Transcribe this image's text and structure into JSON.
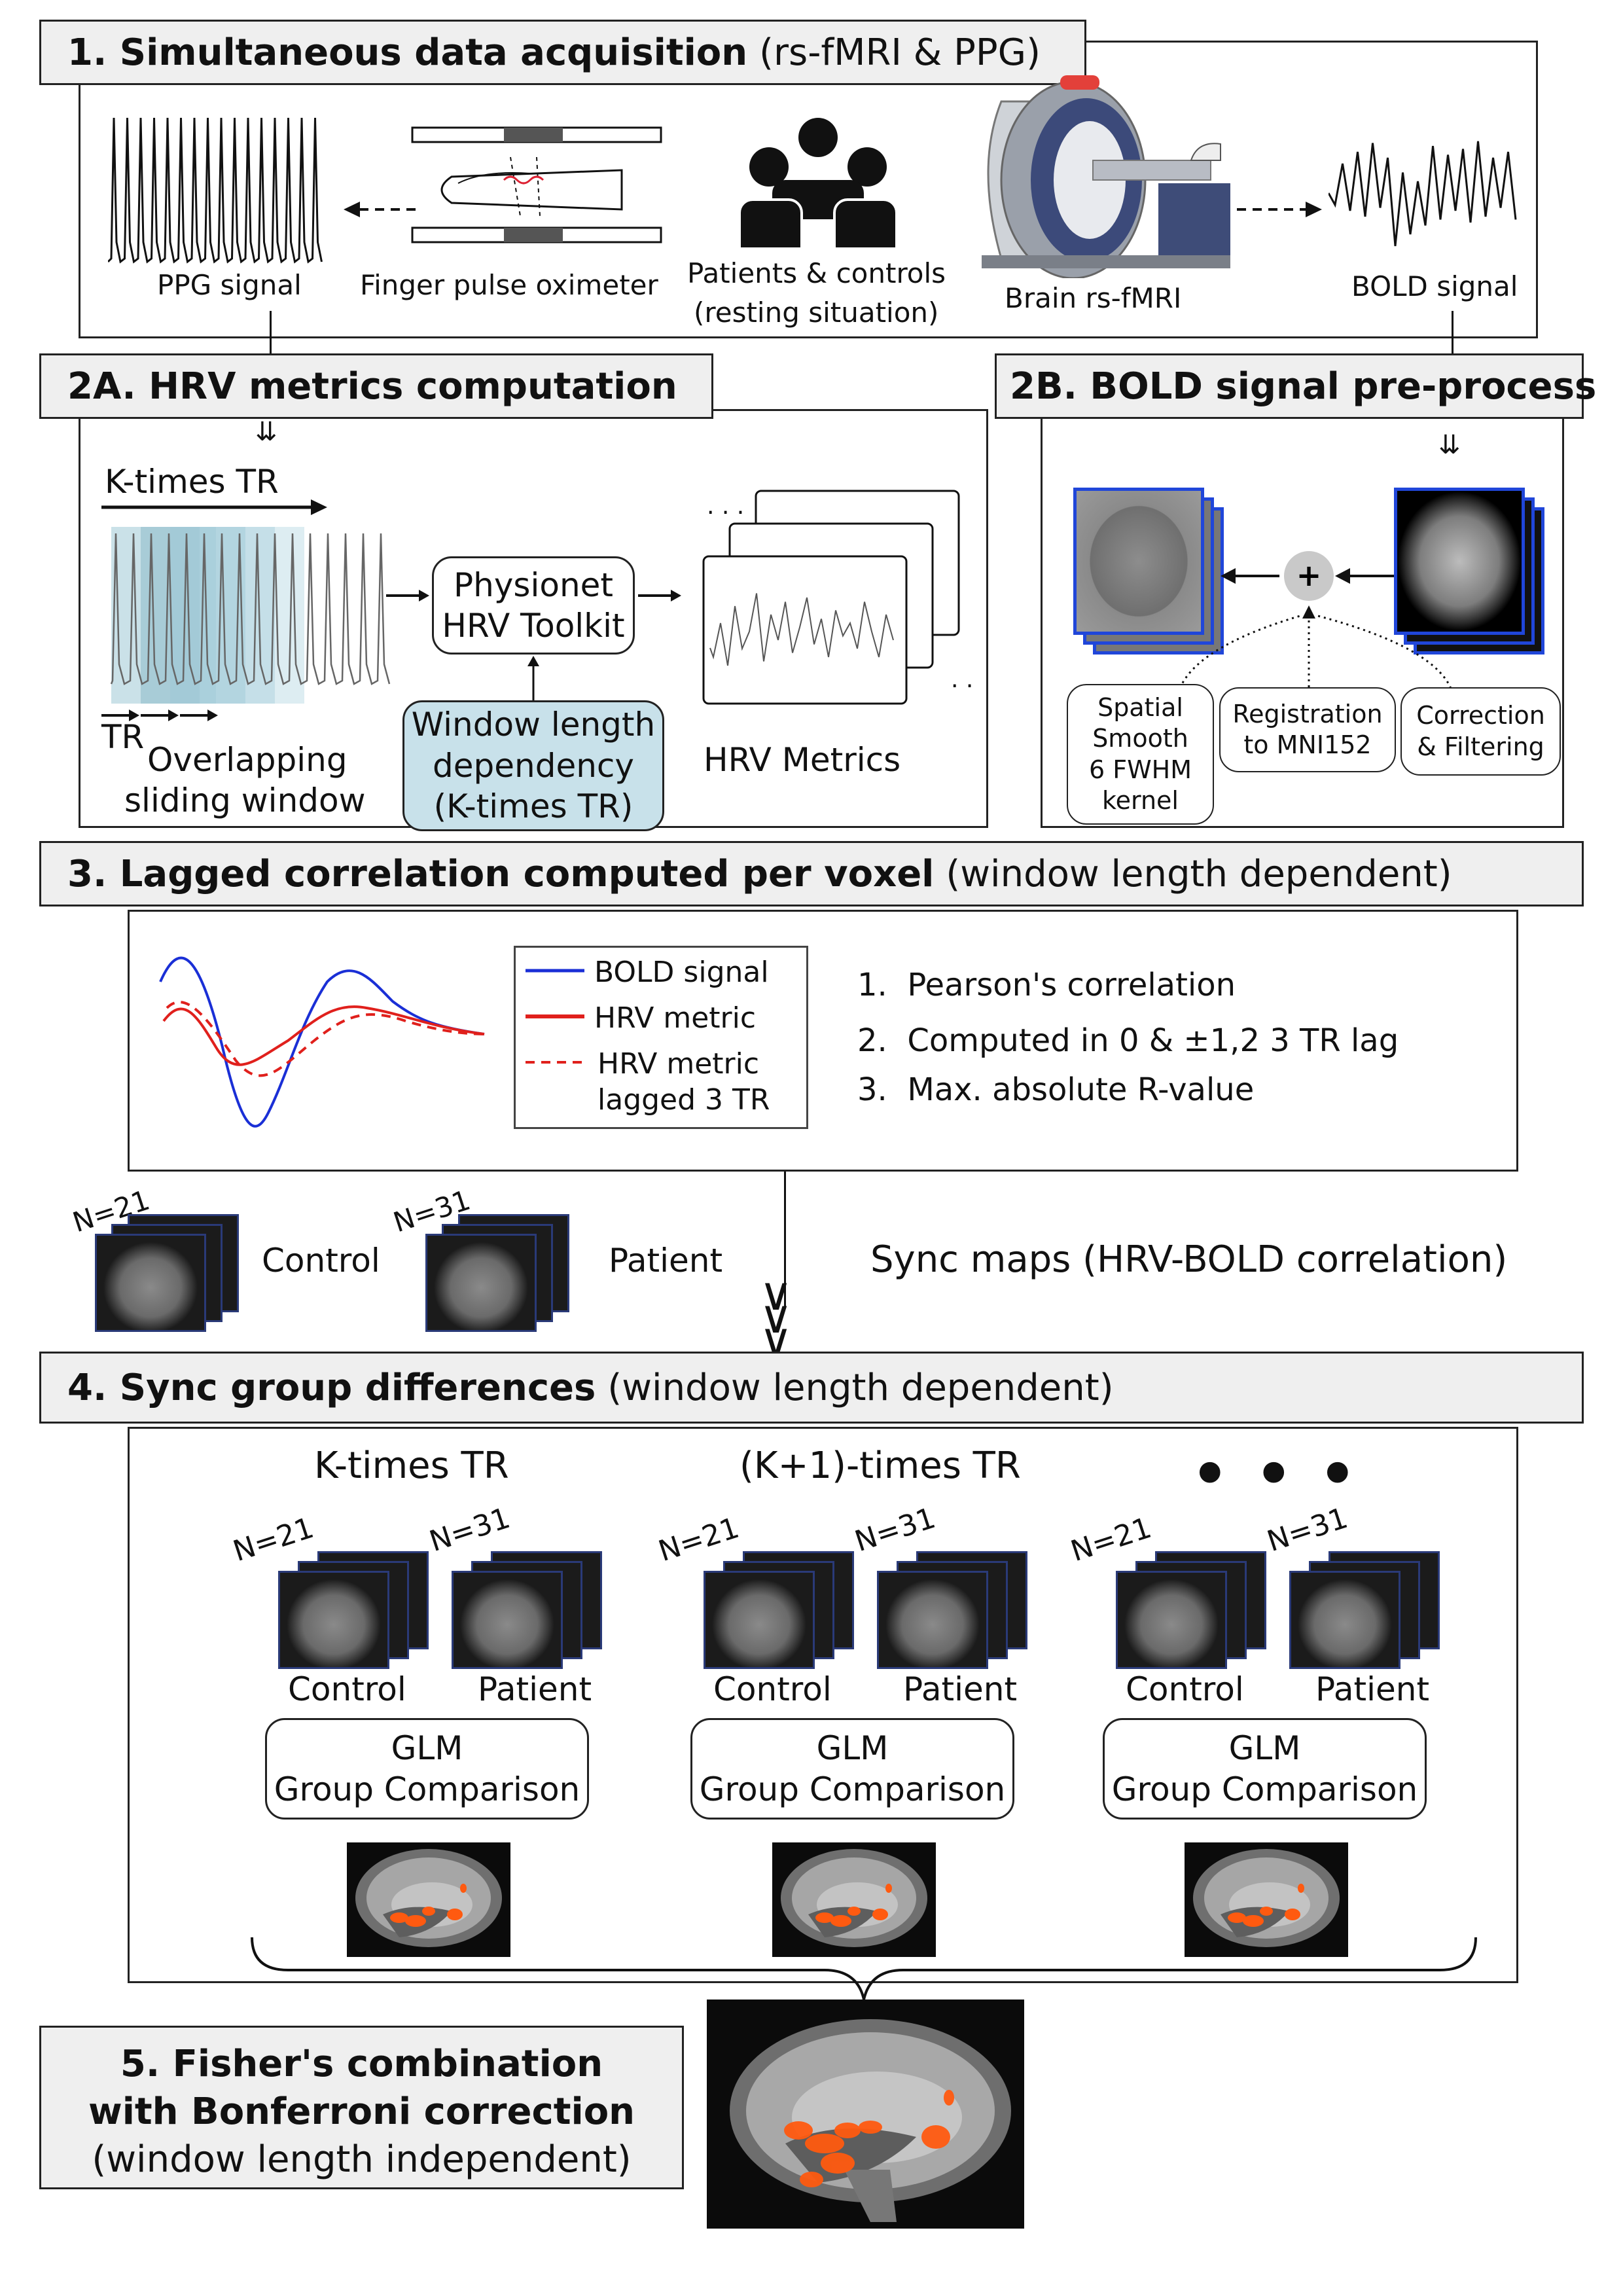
{
  "section1": {
    "title_bold": "1. Simultaneous data acquisition",
    "title_rest": "(rs-fMRI & PPG)",
    "ppg_label": "PPG signal",
    "oximeter_label": "Finger pulse oximeter",
    "patients_label_1": "Patients & controls",
    "patients_label_2": "(resting situation)",
    "mri_label": "Brain rs-fMRI",
    "bold_label": "BOLD signal"
  },
  "section2a": {
    "title": "2A. HRV metrics computation",
    "ktimes": "K-times TR",
    "tr": "TR",
    "overlap_1": "Overlapping",
    "overlap_2": "sliding window",
    "toolkit_1": "Physionet",
    "toolkit_2": "HRV Toolkit",
    "window_1": "Window length",
    "window_2": "dependency",
    "window_3": "(K-times TR)",
    "metrics": "HRV Metrics"
  },
  "section2b": {
    "title": "2B. BOLD signal pre-process",
    "smooth_1": "Spatial",
    "smooth_2": "Smooth",
    "smooth_3": "6 FWHM",
    "smooth_4": "kernel",
    "reg_1": "Registration",
    "reg_2": "to MNI152",
    "corr_1": "Correction",
    "corr_2": "& Filtering"
  },
  "section3": {
    "title_bold": "3. Lagged correlation computed per voxel",
    "title_rest": "(window length dependent)",
    "legend_bold": "BOLD signal",
    "legend_hrv": "HRV metric",
    "legend_lag_1": "HRV metric",
    "legend_lag_2": "lagged 3 TR",
    "step1": "1.  Pearson's correlation",
    "step2": "2.  Computed in 0 & ±1,2 3 TR lag",
    "step3": "3.  Max. absolute R-value",
    "n_control": "N=21",
    "control": "Control",
    "n_patient": "N=31",
    "patient": "Patient",
    "sync_maps": "Sync maps (HRV-BOLD correlation)"
  },
  "section4": {
    "title_bold": "4. Sync group differences",
    "title_rest": "(window length dependent)",
    "groups": [
      {
        "header": "K-times TR",
        "n_control": "N=21",
        "n_patient": "N=31",
        "control": "Control",
        "patient": "Patient",
        "glm_1": "GLM",
        "glm_2": "Group Comparison"
      },
      {
        "header": "(K+1)-times TR",
        "n_control": "N=21",
        "n_patient": "N=31",
        "control": "Control",
        "patient": "Patient",
        "glm_1": "GLM",
        "glm_2": "Group Comparison"
      },
      {
        "header": "",
        "n_control": "N=21",
        "n_patient": "N=31",
        "control": "Control",
        "patient": "Patient",
        "glm_1": "GLM",
        "glm_2": "Group Comparison"
      }
    ]
  },
  "section5": {
    "line1": "5. Fisher's combination",
    "line2": "with Bonferroni correction",
    "line3": "(window length independent)"
  },
  "colors": {
    "bold_blue": "#1a2fd6",
    "hrv_red": "#e0201c",
    "window_fill": "#c8e1ea",
    "activation": "#ff5a10"
  }
}
